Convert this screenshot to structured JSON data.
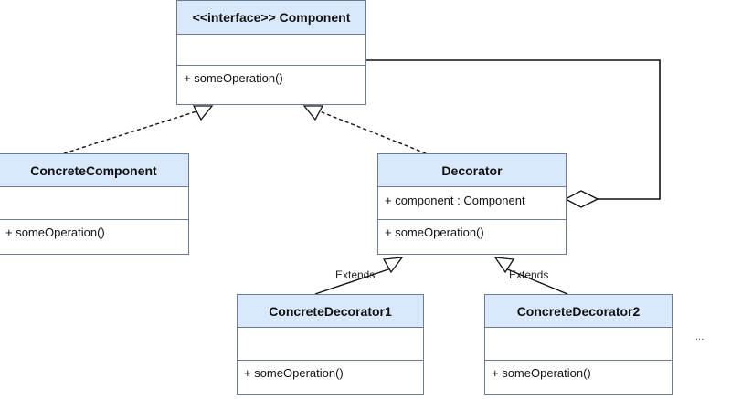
{
  "diagram": {
    "classes": {
      "component": {
        "title": "<<interface>> Component",
        "attributes": [],
        "operations": [
          "+ someOperation()"
        ]
      },
      "concrete_component": {
        "title": "ConcreteComponent",
        "attributes": [],
        "operations": [
          "+ someOperation()"
        ]
      },
      "decorator": {
        "title": "Decorator",
        "attributes": [
          "+ component : Component"
        ],
        "operations": [
          "+ someOperation()"
        ]
      },
      "concrete_decorator1": {
        "title": "ConcreteDecorator1",
        "attributes": [],
        "operations": [
          "+ someOperation()"
        ]
      },
      "concrete_decorator2": {
        "title": "ConcreteDecorator2",
        "attributes": [],
        "operations": [
          "+ someOperation()"
        ]
      }
    },
    "relations": [
      {
        "type": "realization",
        "from": "concrete_component",
        "to": "component"
      },
      {
        "type": "realization",
        "from": "decorator",
        "to": "component"
      },
      {
        "type": "aggregation",
        "from": "decorator",
        "to": "component"
      },
      {
        "type": "generalization",
        "from": "concrete_decorator1",
        "to": "decorator",
        "label": "Extends"
      },
      {
        "type": "generalization",
        "from": "concrete_decorator2",
        "to": "decorator",
        "label": "Extends"
      }
    ],
    "line_color": "#111111",
    "header_fill": "#dae8fc",
    "border_color": "#6b7c93"
  }
}
